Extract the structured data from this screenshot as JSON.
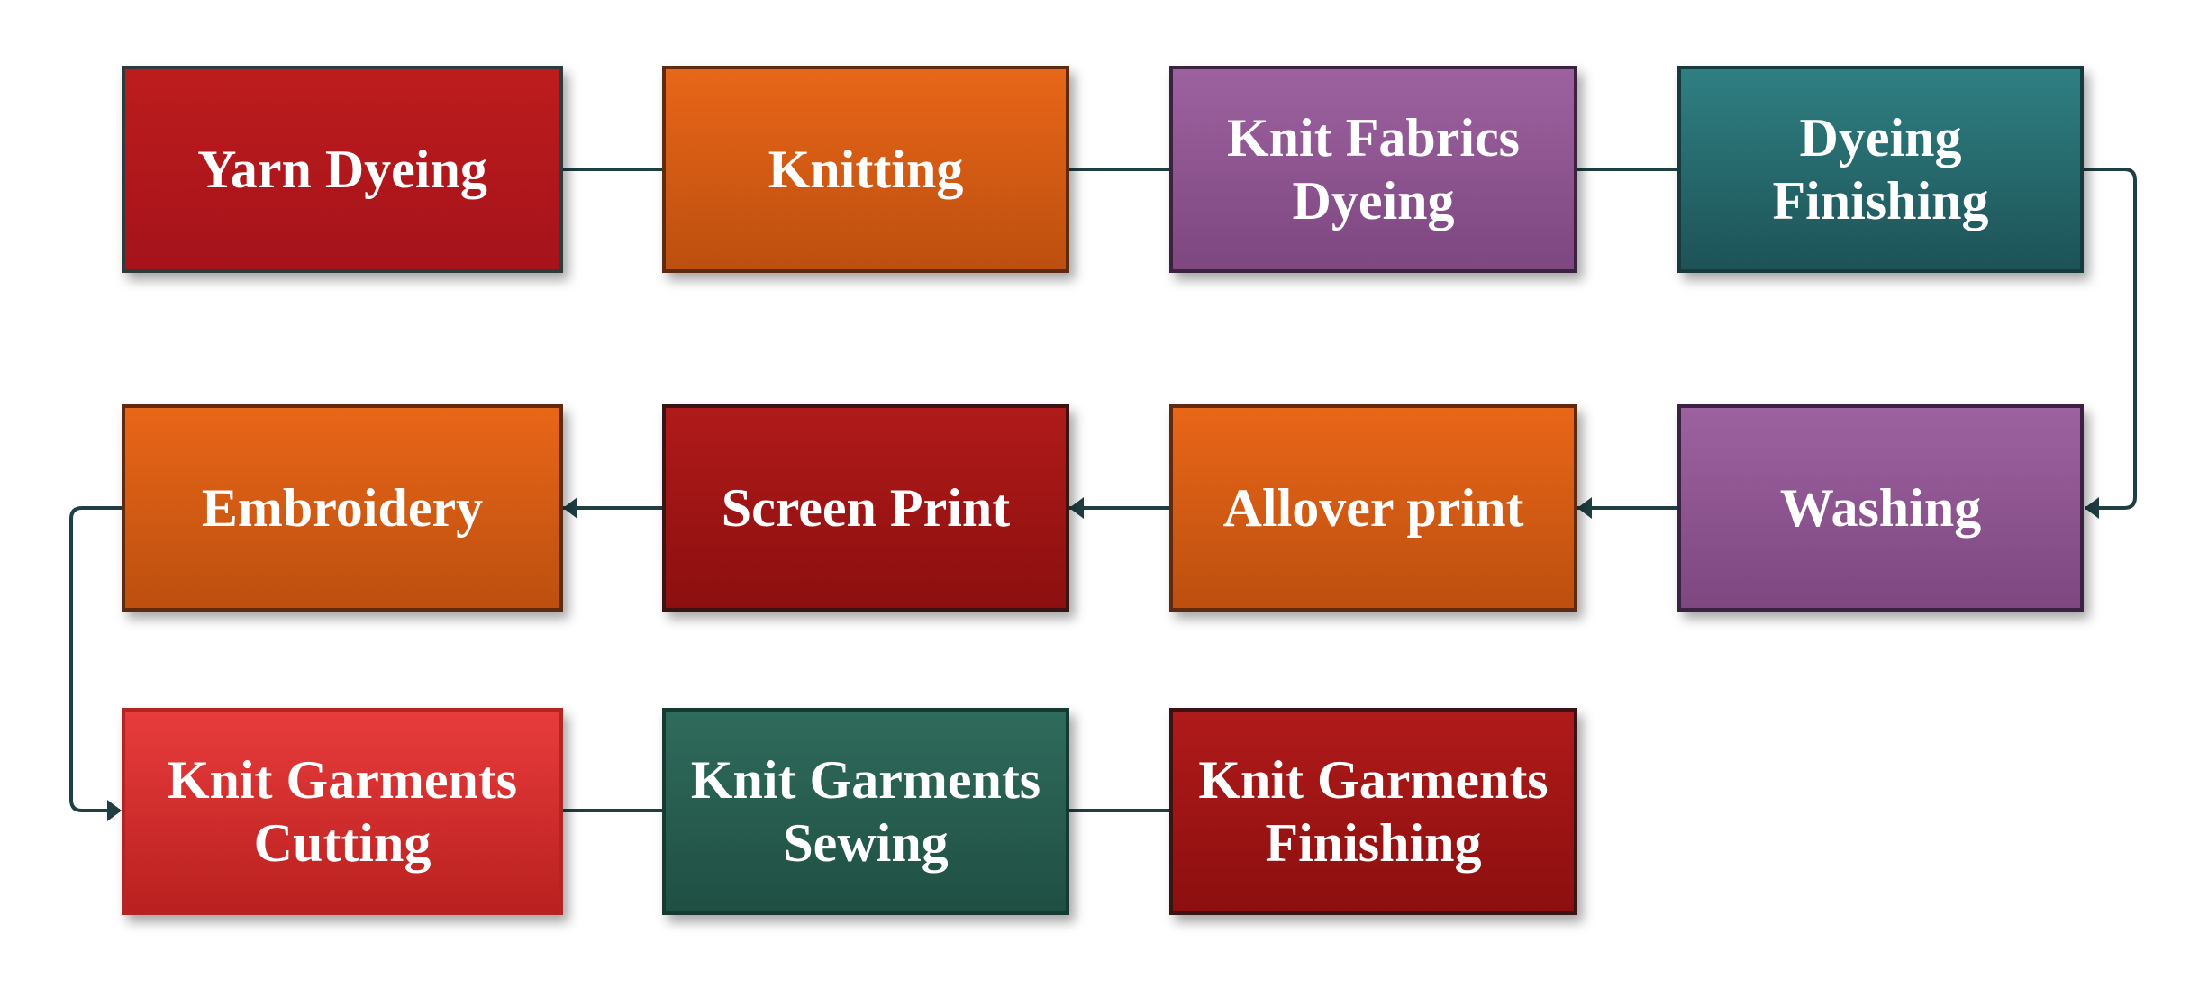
{
  "colors": {
    "connector": "#1f3f42",
    "red": "#a5131b",
    "dark_red": "#8c0f0f",
    "orange": "#e86618",
    "purple": "#9c62a0",
    "teal": "#2f7f82",
    "bright_red": "#e83c3c",
    "green": "#2f6b5c"
  },
  "nodes": [
    {
      "id": "yarn-dyeing",
      "label": "Yarn Dyeing"
    },
    {
      "id": "knitting",
      "label": "Knitting"
    },
    {
      "id": "knit-fabrics-dyeing",
      "label": "Knit Fabrics\nDyeing"
    },
    {
      "id": "dyeing-finishing",
      "label": "Dyeing\nFinishing"
    },
    {
      "id": "washing",
      "label": "Washing"
    },
    {
      "id": "allover-print",
      "label": "Allover print"
    },
    {
      "id": "screen-print",
      "label": "Screen Print"
    },
    {
      "id": "embroidery",
      "label": "Embroidery"
    },
    {
      "id": "knit-garments-cutting",
      "label": "Knit Garments\nCutting"
    },
    {
      "id": "knit-garments-sewing",
      "label": "Knit Garments\nSewing"
    },
    {
      "id": "knit-garments-finishing",
      "label": "Knit Garments\nFinishing"
    }
  ],
  "edges": [
    [
      "yarn-dyeing",
      "knitting"
    ],
    [
      "knitting",
      "knit-fabrics-dyeing"
    ],
    [
      "knit-fabrics-dyeing",
      "dyeing-finishing"
    ],
    [
      "dyeing-finishing",
      "washing"
    ],
    [
      "washing",
      "allover-print"
    ],
    [
      "allover-print",
      "screen-print"
    ],
    [
      "screen-print",
      "embroidery"
    ],
    [
      "embroidery",
      "knit-garments-cutting"
    ],
    [
      "knit-garments-cutting",
      "knit-garments-sewing"
    ],
    [
      "knit-garments-sewing",
      "knit-garments-finishing"
    ]
  ]
}
